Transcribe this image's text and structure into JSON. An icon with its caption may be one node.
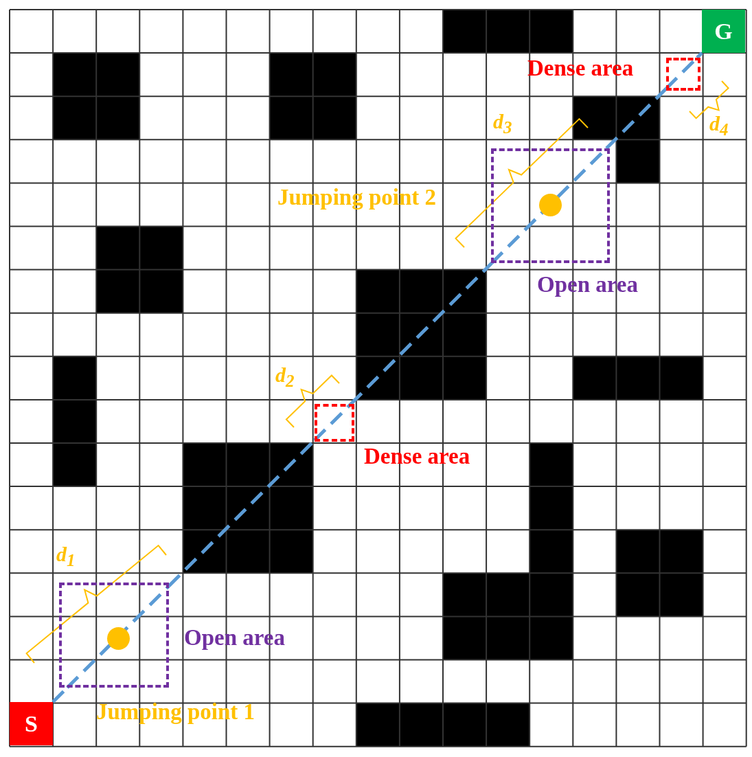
{
  "diagram": {
    "nodes": [
      {
        "text": [
          "S"
        ]
      },
      {
        "text": [
          "G"
        ]
      },
      {
        "text": [
          "Open area"
        ]
      },
      {
        "text": [
          "Dense area"
        ]
      },
      {
        "text": [
          "Open area"
        ]
      },
      {
        "text": [
          "Dense area"
        ]
      }
    ],
    "edges": [
      {
        "from": 0,
        "to": 2,
        "arrow": "none",
        "style": "dashed",
        "color": "#5b9bd5"
      },
      {
        "from": 2,
        "to": 3,
        "arrow": "none",
        "style": "dashed",
        "color": "#5b9bd5"
      },
      {
        "from": 3,
        "to": 4,
        "arrow": "none",
        "style": "dashed",
        "color": "#5b9bd5"
      },
      {
        "from": 4,
        "to": 5,
        "arrow": "none",
        "style": "dashed",
        "color": "#5b9bd5"
      },
      {
        "from": 5,
        "to": 1,
        "arrow": "none",
        "style": "dashed",
        "color": "#5b9bd5"
      }
    ],
    "labels": [
      "d$_{3}$",
      "d$_{4}$",
      "Jumping point 2",
      "d$_{2}$",
      "d$_{1}$",
      "Jumping point 1"
    ]
  }
}
